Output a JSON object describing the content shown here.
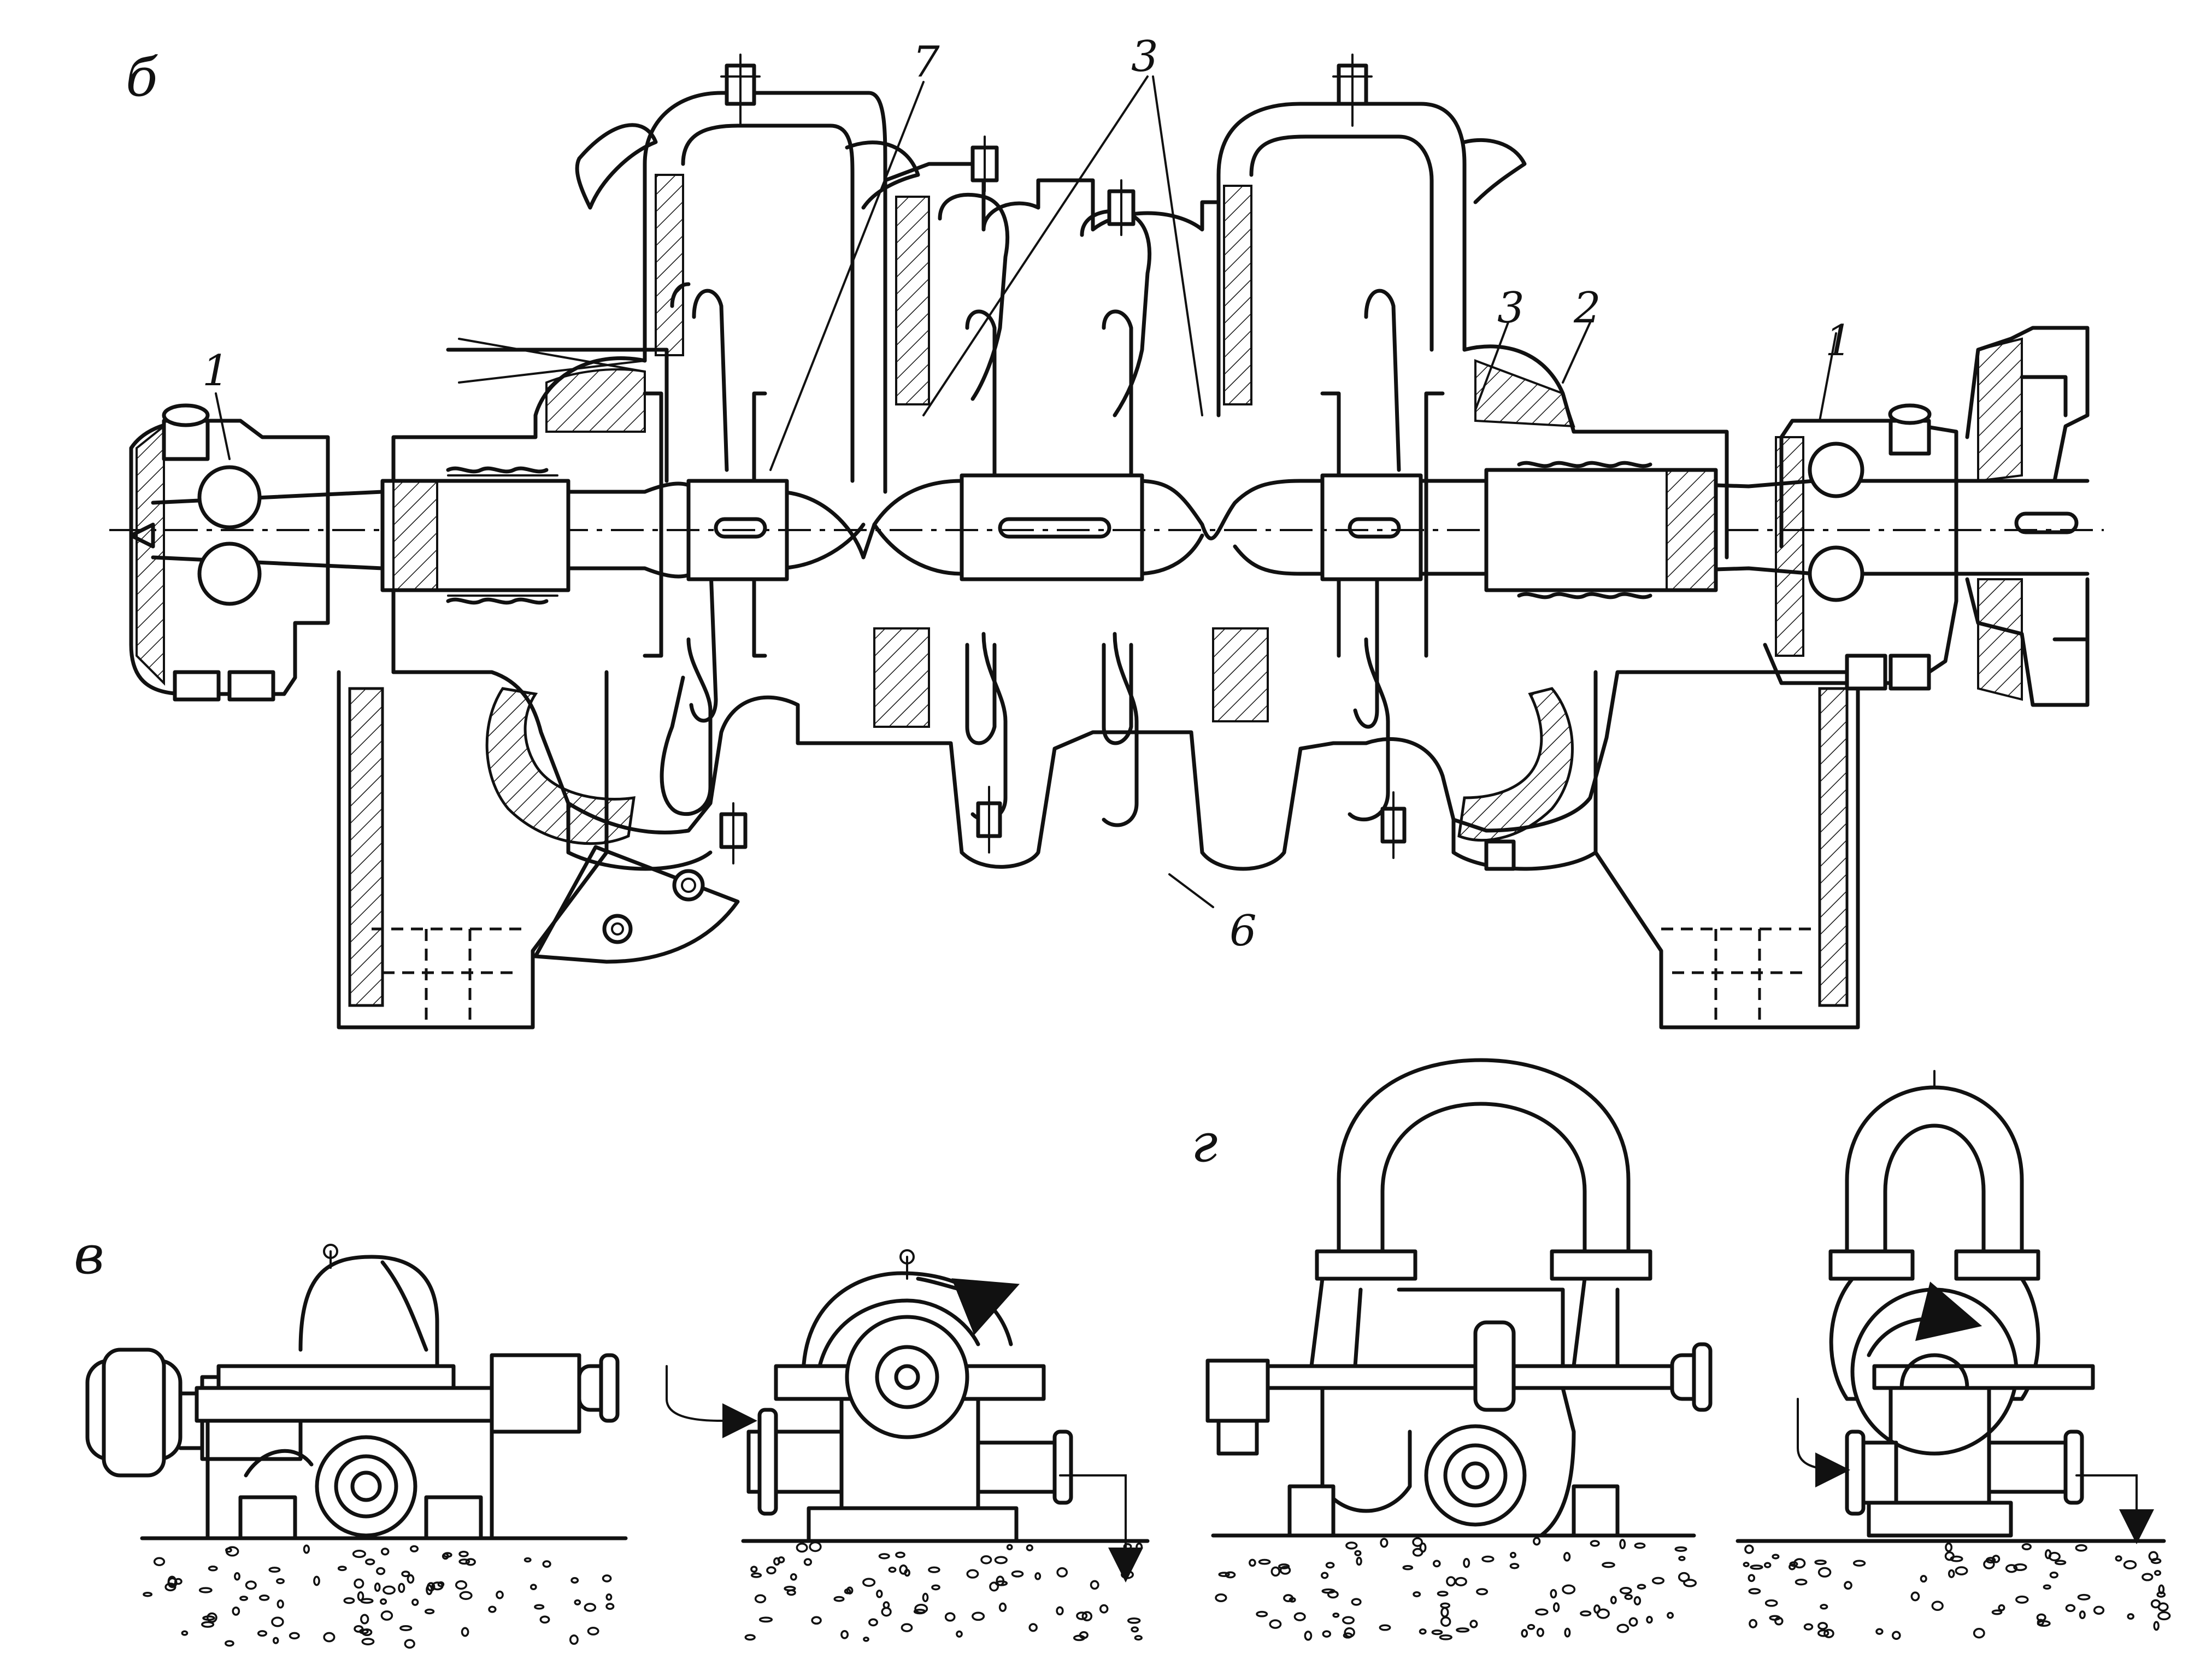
{
  "panels": {
    "b": {
      "label": "б"
    },
    "v": {
      "label": "в"
    },
    "g": {
      "label": "г"
    }
  },
  "callouts": {
    "c1_left": "1",
    "c7": "7",
    "c3_top": "3",
    "c3_right": "3",
    "c2": "2",
    "c1_right": "1",
    "c6": "6"
  }
}
